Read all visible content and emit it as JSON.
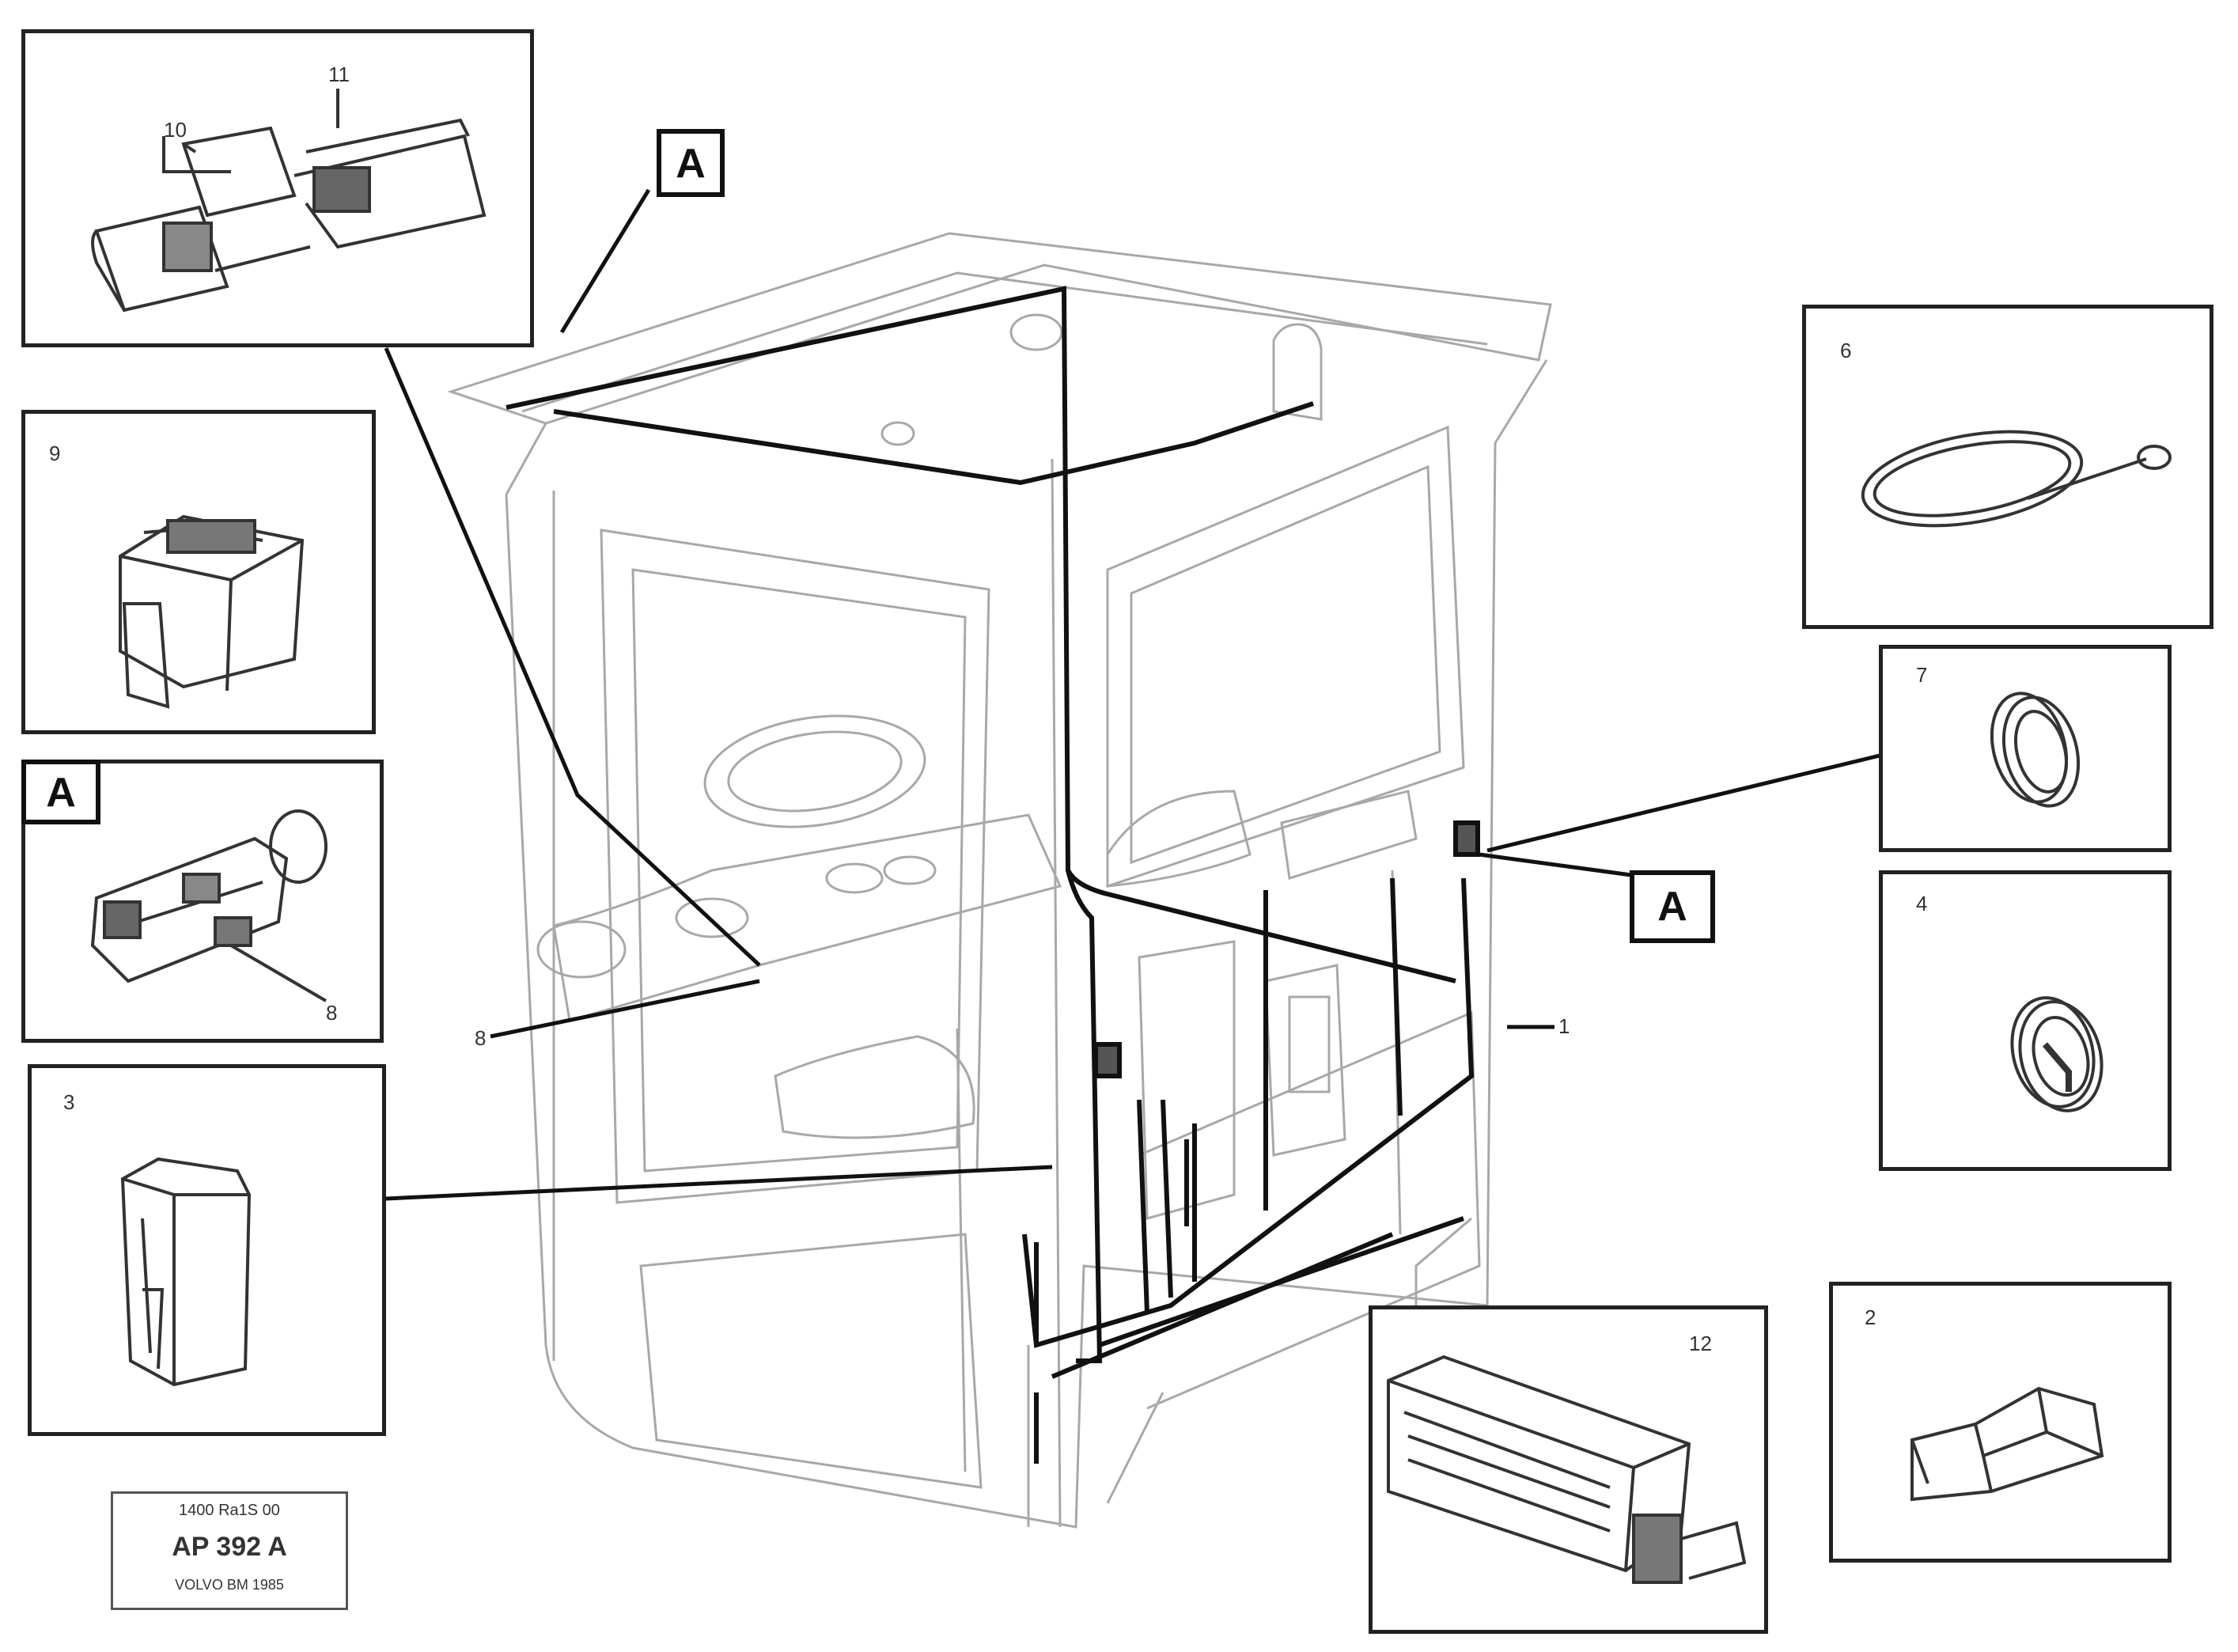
{
  "callouts": {
    "A_top": "A",
    "A_right": "A",
    "A_inset": "A",
    "panel_10": "10",
    "panel_11": "11",
    "panel_9": "9",
    "panel_8": "8",
    "panel_3": "3",
    "panel_6": "6",
    "panel_7": "7",
    "panel_4": "4",
    "panel_12": "12",
    "panel_2": "2",
    "label_8_inset": "8",
    "label_8_main": "8",
    "label_1": "1"
  },
  "stamp": {
    "line1": "1400 Ra1S 00",
    "line2": "AP 392 A",
    "line3": "VOLVO BM 1985"
  },
  "colors": {
    "ink": "#222222",
    "faint": "#9a9a9a"
  }
}
